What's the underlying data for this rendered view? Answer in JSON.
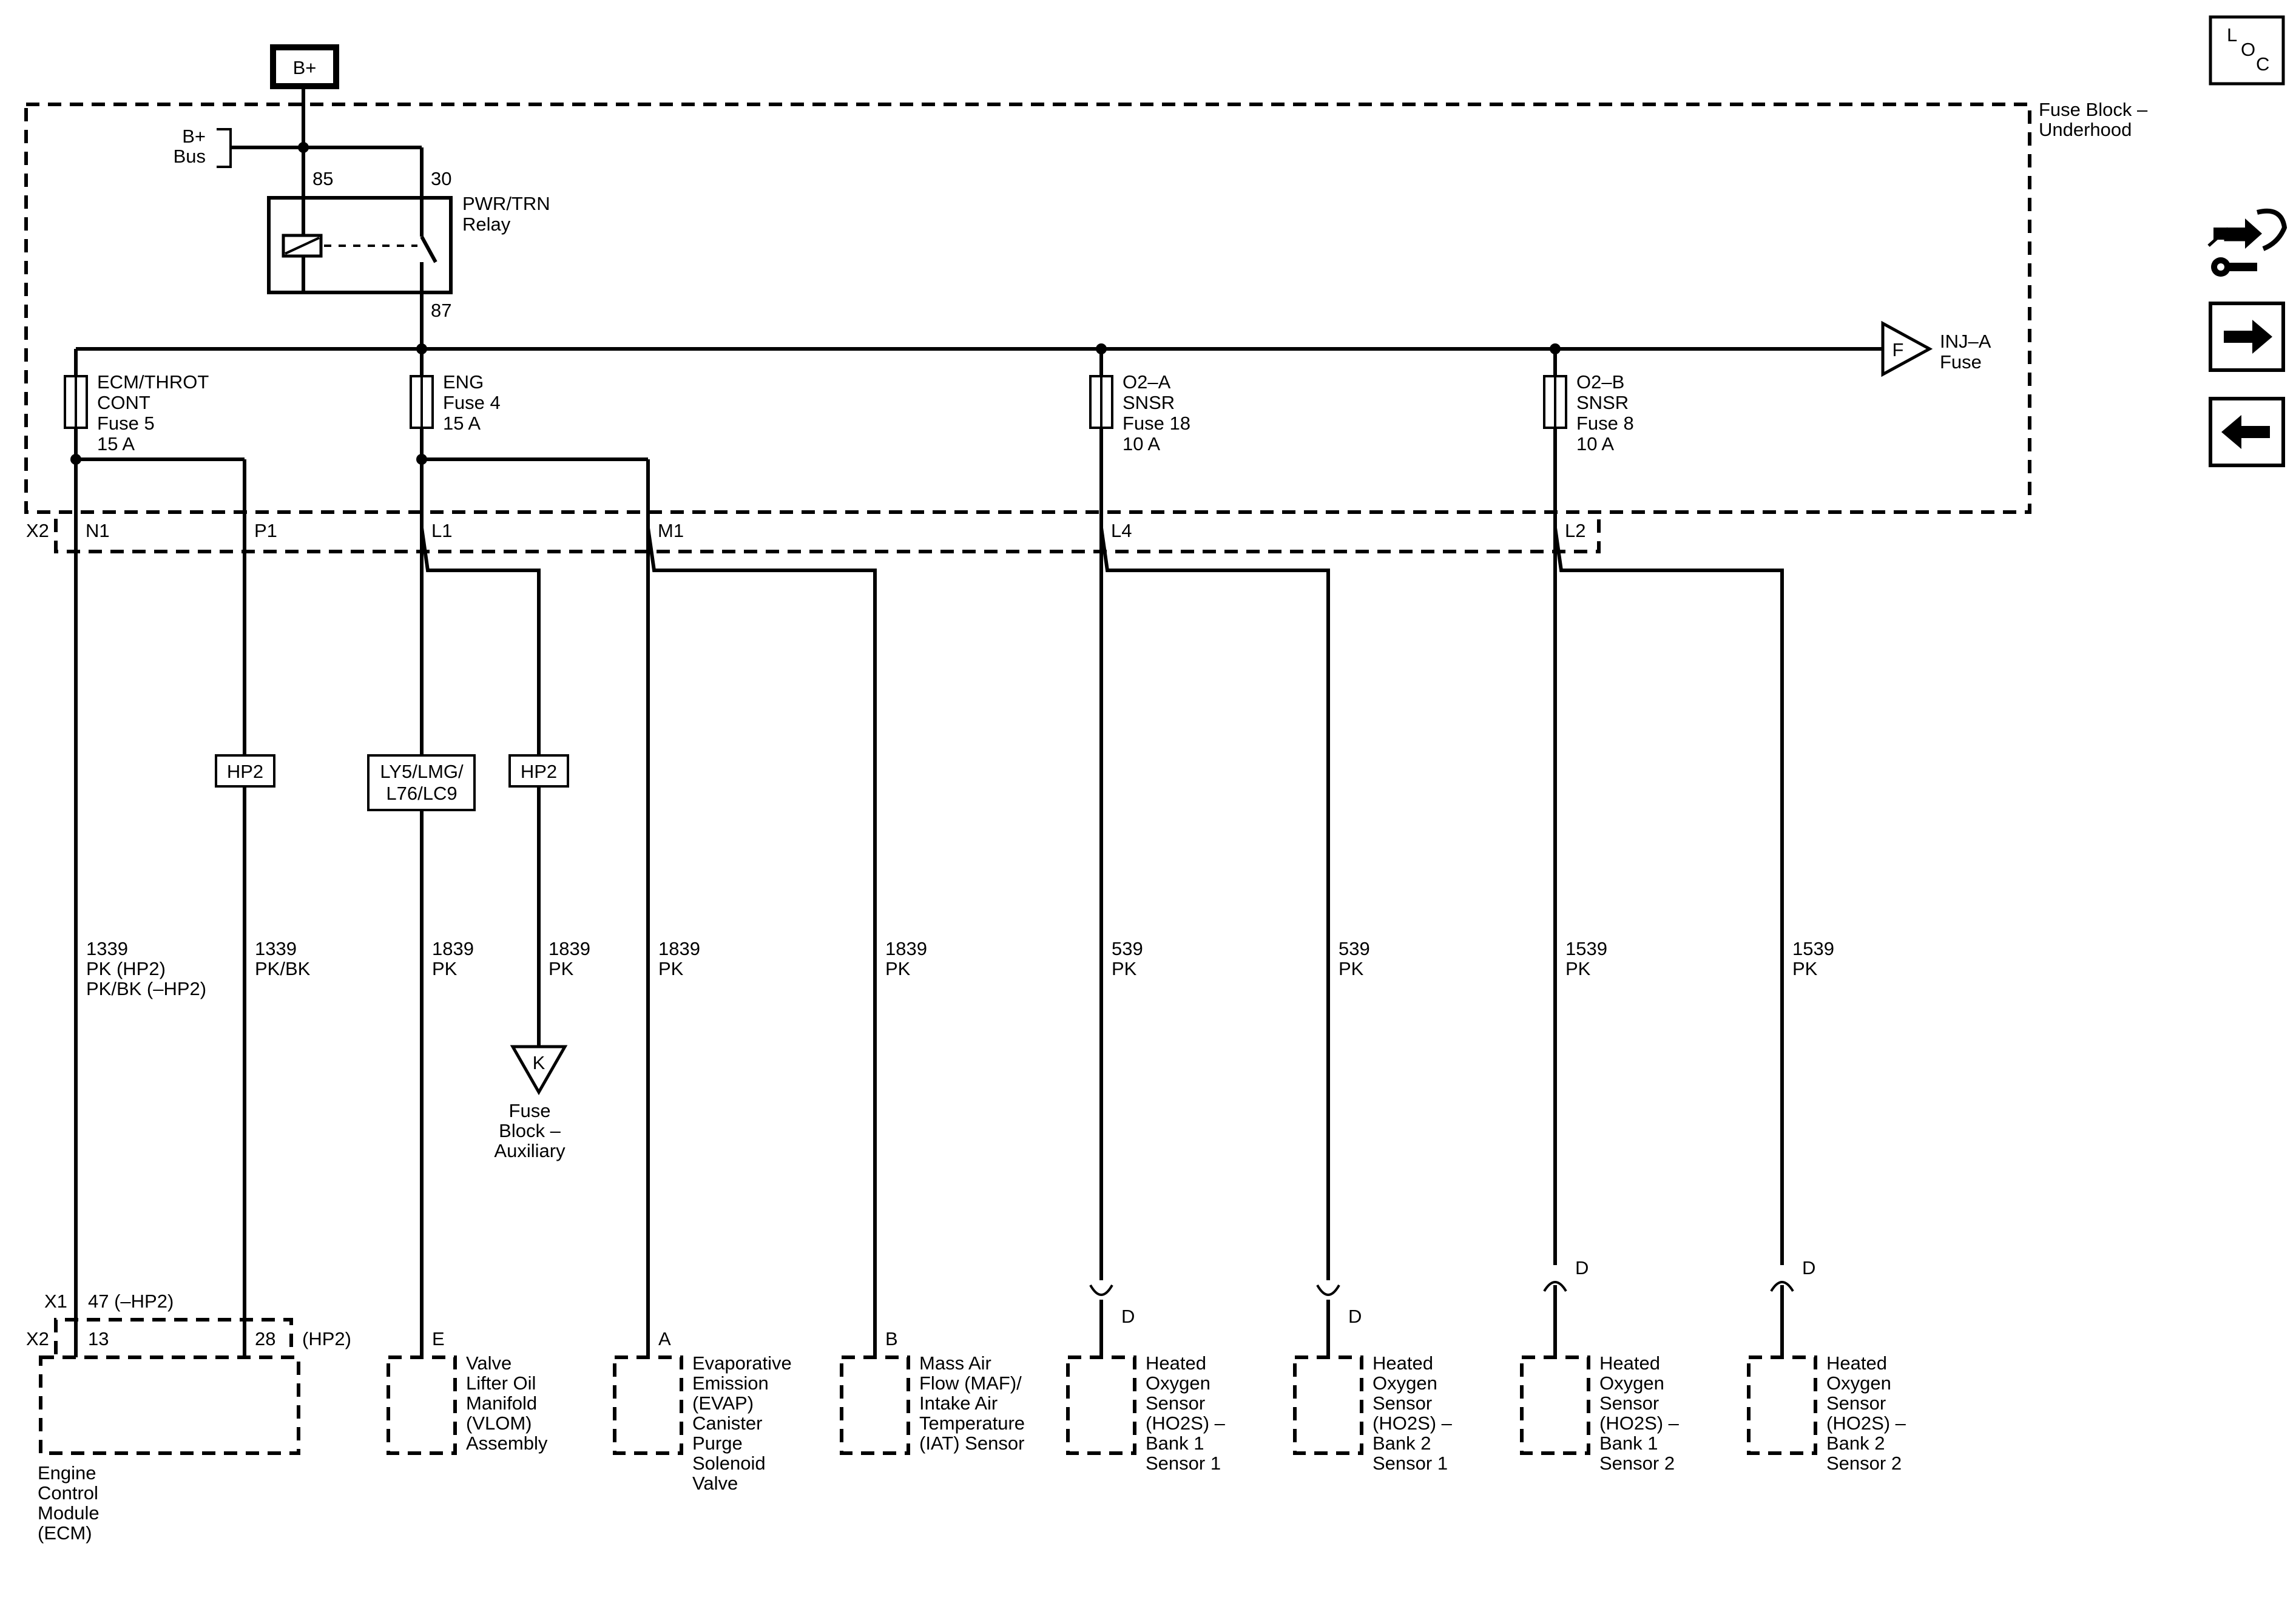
{
  "power_source": {
    "label": "B+"
  },
  "fuse_block": {
    "title_line1": "Fuse Block –",
    "title_line2": "Underhood"
  },
  "bus": {
    "line1": "B+",
    "line2": "Bus"
  },
  "relay": {
    "name_line1": "PWR/TRN",
    "name_line2": "Relay",
    "pin_85": "85",
    "pin_30": "30",
    "pin_87": "87"
  },
  "fuses": [
    {
      "lines": [
        "ECM/THROT",
        "CONT",
        "Fuse 5",
        "15 A"
      ]
    },
    {
      "lines": [
        "ENG",
        "Fuse 4",
        "15 A"
      ]
    },
    {
      "lines": [
        "O2–A",
        "SNSR",
        "Fuse 18",
        "10 A"
      ]
    },
    {
      "lines": [
        "O2–B",
        "SNSR",
        "Fuse 8",
        "10 A"
      ]
    }
  ],
  "inj_fuse": {
    "connector": "F",
    "line1": "INJ–A",
    "line2": "Fuse"
  },
  "x2_connector": {
    "label": "X2",
    "pins": [
      "N1",
      "P1",
      "L1",
      "M1",
      "L4",
      "L2"
    ]
  },
  "options": {
    "hp2_a": "HP2",
    "hp2_b": "HP2",
    "engine_line1": "LY5/LMG/",
    "engine_line2": "L76/LC9"
  },
  "wires": [
    {
      "lines": [
        "1339",
        "PK (HP2)",
        "PK/BK (–HP2)"
      ]
    },
    {
      "lines": [
        "1339",
        "PK/BK"
      ]
    },
    {
      "lines": [
        "1839",
        "PK"
      ]
    },
    {
      "lines": [
        "1839",
        "PK"
      ]
    },
    {
      "lines": [
        "1839",
        "PK"
      ]
    },
    {
      "lines": [
        "1839",
        "PK"
      ]
    },
    {
      "lines": [
        "539",
        "PK"
      ]
    },
    {
      "lines": [
        "539",
        "PK"
      ]
    },
    {
      "lines": [
        "1539",
        "PK"
      ]
    },
    {
      "lines": [
        "1539",
        "PK"
      ]
    }
  ],
  "aux_fuse_block": {
    "connector": "K",
    "lines": [
      "Fuse",
      "Block –",
      "Auxiliary"
    ]
  },
  "ecm": {
    "x1_label": "X1",
    "x1_pin": "47 (–HP2)",
    "x2_label": "X2",
    "x2_pin_13": "13",
    "x2_pin_28": "28",
    "x2_note": "(HP2)",
    "lines": [
      "Engine",
      "Control",
      "Module",
      "(ECM)"
    ]
  },
  "components": [
    {
      "pin": "E",
      "lines": [
        "Valve",
        "Lifter Oil",
        "Manifold",
        "(VLOM)",
        "Assembly"
      ]
    },
    {
      "pin": "A",
      "lines": [
        "Evaporative",
        "Emission",
        "(EVAP)",
        "Canister",
        "Purge",
        "Solenoid",
        "Valve"
      ]
    },
    {
      "pin": "B",
      "lines": [
        "Mass Air",
        "Flow (MAF)/",
        "Intake Air",
        "Temperature",
        "(IAT) Sensor"
      ]
    },
    {
      "pin": "D",
      "lines": [
        "Heated",
        "Oxygen",
        "Sensor",
        "(HO2S)  –",
        "Bank 1",
        "Sensor 1"
      ]
    },
    {
      "pin": "D",
      "lines": [
        "Heated",
        "Oxygen",
        "Sensor",
        "(HO2S)  –",
        "Bank 2",
        "Sensor 1"
      ]
    },
    {
      "pin": "D",
      "lines": [
        "Heated",
        "Oxygen",
        "Sensor",
        "(HO2S)  –",
        "Bank 1",
        "Sensor 2"
      ]
    },
    {
      "pin": "D",
      "lines": [
        "Heated",
        "Oxygen",
        "Sensor",
        "(HO2S)  –",
        "Bank 2",
        "Sensor 2"
      ]
    }
  ],
  "loc_icon": {
    "l": "L",
    "o": "O",
    "c": "C"
  },
  "nav": {
    "tools_icon": "wrench-arrows-icon",
    "next_icon": "arrow-right-icon",
    "prev_icon": "arrow-left-icon"
  }
}
